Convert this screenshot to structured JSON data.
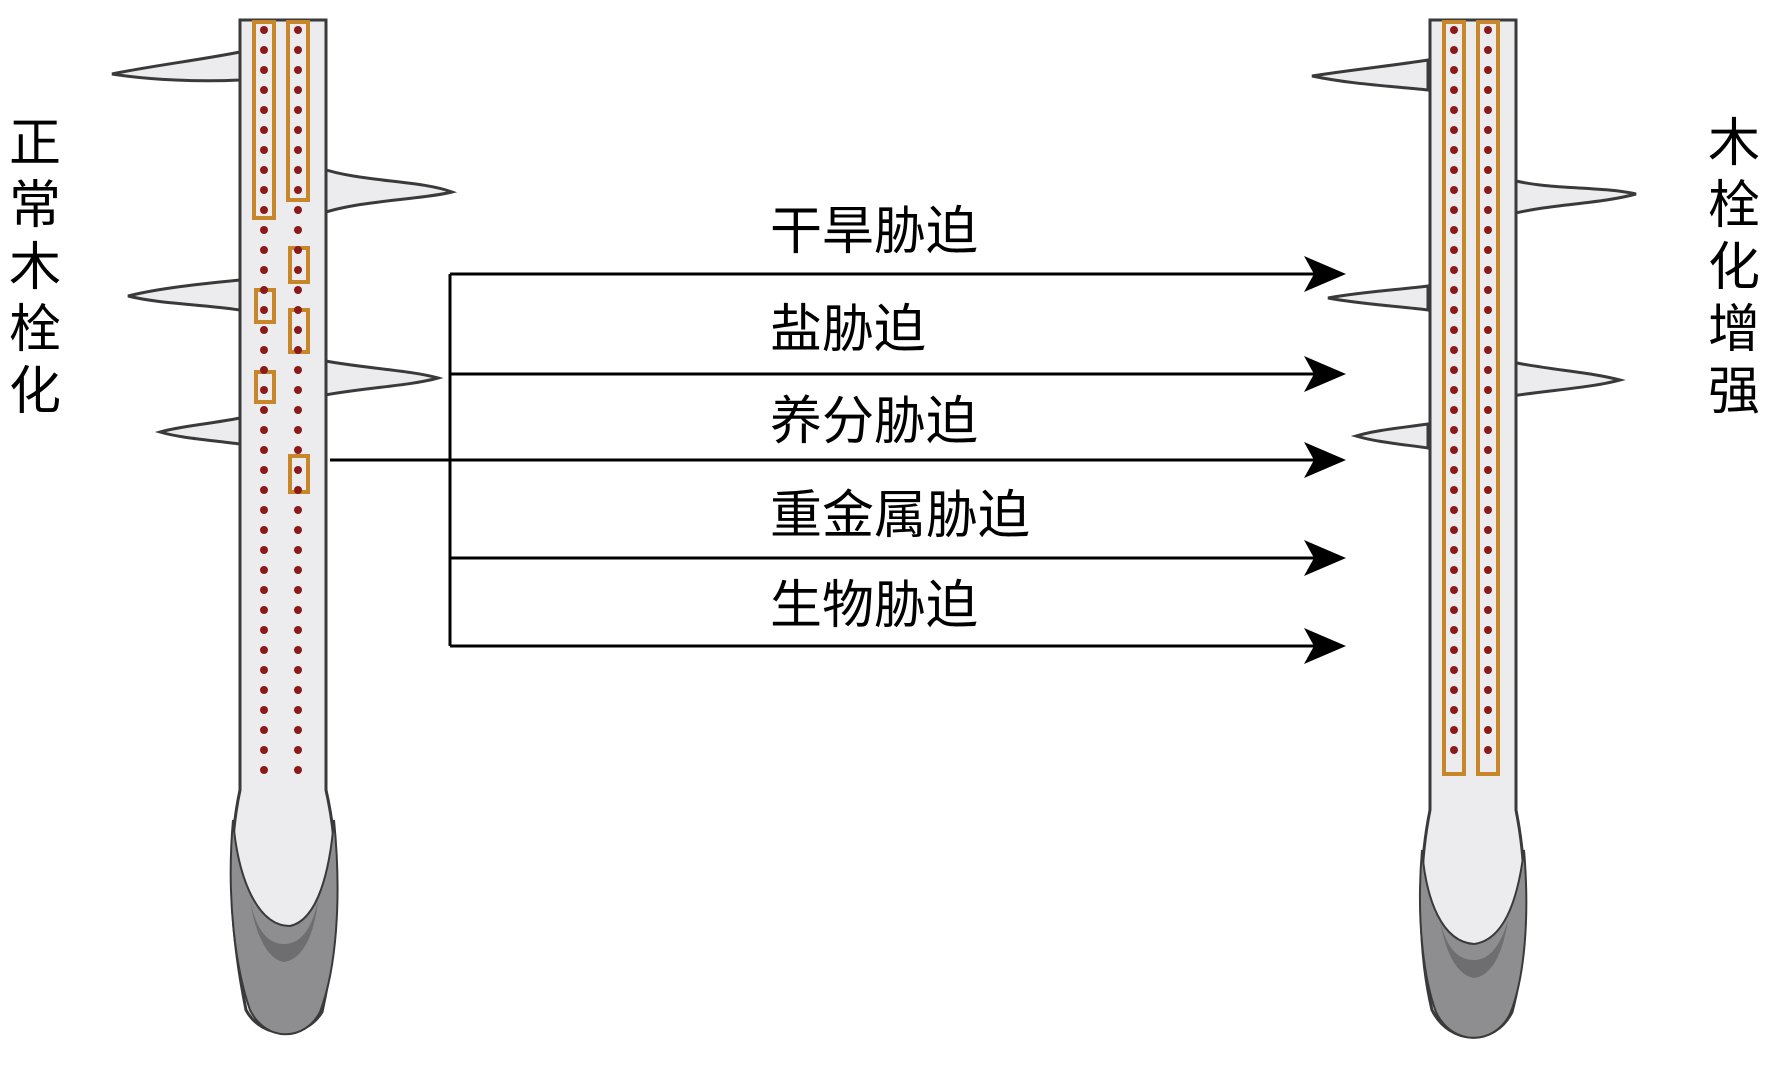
{
  "left_label": [
    "正",
    "常",
    "木",
    "栓",
    "化"
  ],
  "right_label": [
    "木",
    "栓",
    "化",
    "增",
    "强"
  ],
  "stresses": [
    "干旱胁迫",
    "盐胁迫",
    "养分胁迫",
    "重金属胁迫",
    "生物胁迫"
  ],
  "colors": {
    "root_fill": "#ececee",
    "root_outline": "#3a3a3a",
    "root_cap": "#8e8e90",
    "suberin_band": "#c8862a",
    "dots": "#8b1a1a",
    "arrow": "#000000"
  }
}
